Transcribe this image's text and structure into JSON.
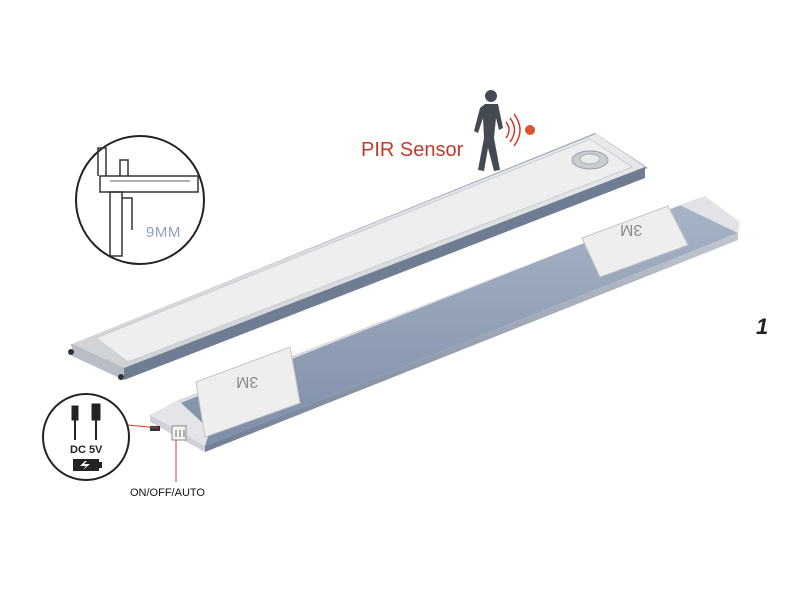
{
  "labels": {
    "pir_sensor": "PIR Sensor",
    "thickness": "9MM",
    "power": "DC 5V",
    "switch_modes": "ON/OFF/AUTO",
    "page_mark": "1"
  },
  "tape_brand": "3M",
  "colors": {
    "pir_text": "#c0392b",
    "thickness_text": "#8fa1c6",
    "bar_blue": "#8e9db5",
    "bar_silver": "#dfe1e3",
    "motion_waves": "#d43a2a"
  },
  "icons": [
    "person-walking-icon",
    "motion-wave-icon",
    "caliper-icon",
    "usb-cable-icon",
    "battery-charging-icon"
  ]
}
